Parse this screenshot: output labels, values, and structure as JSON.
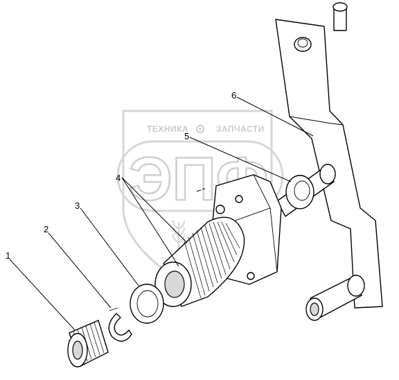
{
  "watermark": {
    "title_left": "ТЕХНИКА",
    "title_right": "ЗАПЧАСТИ",
    "logo_text": "ЭПФ",
    "gear_icon": "gear-icon",
    "wheat_icon": "wheat-icon"
  },
  "callouts": [
    {
      "id": "1",
      "label": "1"
    },
    {
      "id": "2",
      "label": "2"
    },
    {
      "id": "3",
      "label": "3"
    },
    {
      "id": "4",
      "label": "4"
    },
    {
      "id": "5",
      "label": "5"
    },
    {
      "id": "6",
      "label": "6"
    }
  ],
  "colors": {
    "line": "#000000",
    "watermark": "#cfcfcf",
    "background": "#ffffff"
  }
}
